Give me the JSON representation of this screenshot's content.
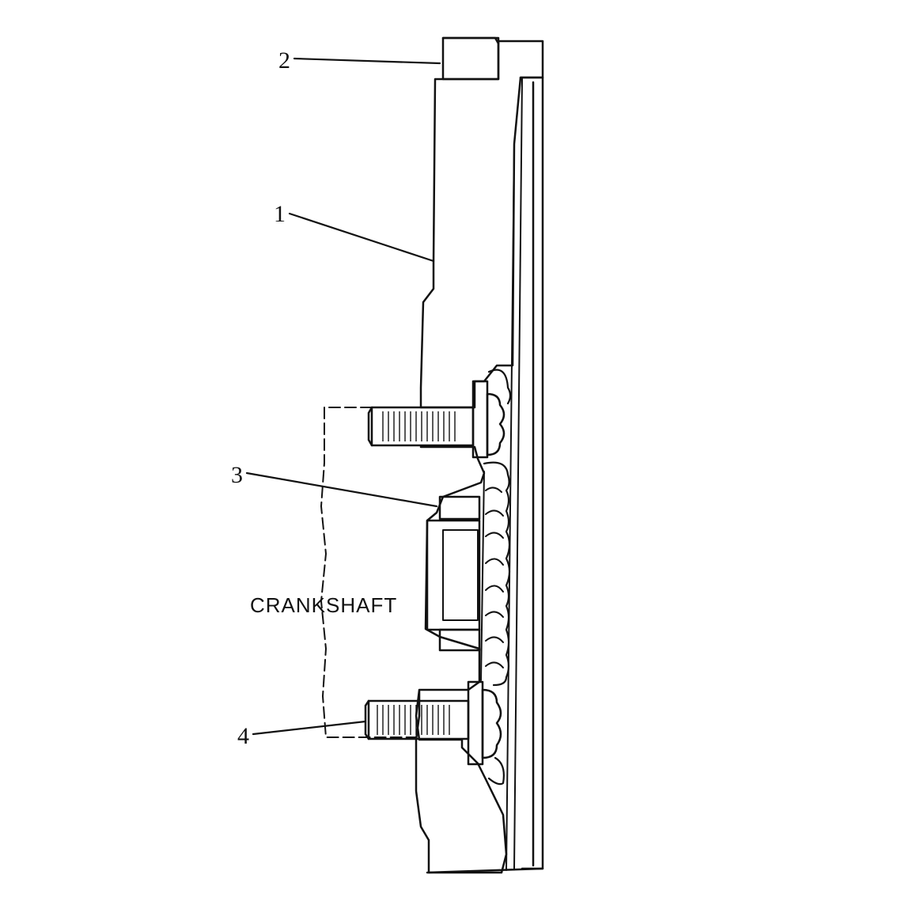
{
  "diagram": {
    "callouts": {
      "c1": "1",
      "c2": "2",
      "c3": "3",
      "c4": "4"
    },
    "labels": {
      "crankshaft": "CRANKSHAFT"
    },
    "colors": {
      "ink": "#111111",
      "background": "#ffffff"
    }
  }
}
